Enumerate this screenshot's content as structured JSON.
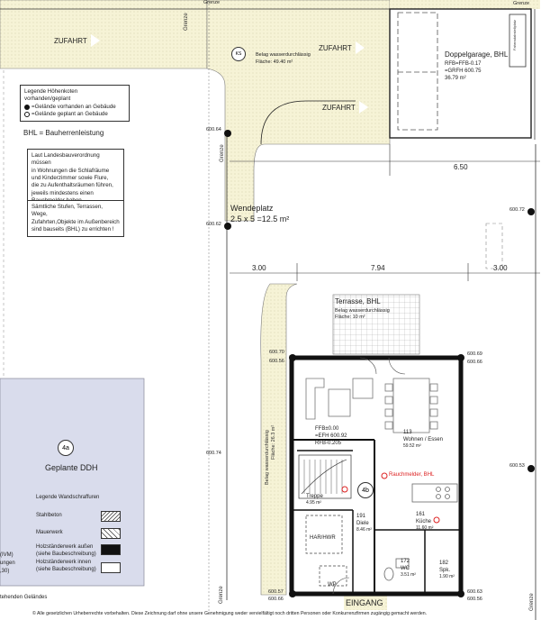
{
  "top_edge": {
    "center": "Grenze",
    "right": "Grenze"
  },
  "driveway": {
    "arrows": [
      "ZUFAHRT",
      "ZUFAHRT",
      "ZUFAHRT"
    ]
  },
  "paving_note": {
    "symbol": "KS",
    "line1": "Belag wasserdurchlässig",
    "line2": "Fläche: 49.40 m²"
  },
  "garage": {
    "title": "Doppelgarage, BHL",
    "rfb": "RFB=FFB-0.17",
    "grfh": "=GRFH 600.75",
    "area": "36.79 m²",
    "side_label": "Fahrradabstellplatz"
  },
  "legend_heights": {
    "title": "Legende Höhenkoten",
    "subtitle": "vorhanden/geplant",
    "item1": "=Gelände vorhanden an Gebäude",
    "item2": "=Gelände geplant an Gebäude"
  },
  "bhl_note": "BHL = Bauherrenleistung",
  "smoke_note": [
    "Laut Landesbauverordnung müssen",
    "in Wohnungen die Schlafräume",
    "und Kinderzimmer sowie Flure,",
    "die zu Aufenthaltsräumen führen,",
    "jeweils mindestens einen",
    "Rauchmelder haben."
  ],
  "exterior_note": [
    "Sämtliche Stufen, Terrassen, Wege,",
    "Zufahrten,Objekte im Außenbereich",
    "sind bauseits (BHL) zu errichten !"
  ],
  "boundary": "Grenze",
  "wendeplatz": {
    "title": "Wendeplatz",
    "size": "2.5 x 5 =12.5 m²"
  },
  "levels": {
    "l1": "600.64",
    "l2": "600.62",
    "l3": "600.74",
    "l4": "600.70",
    "l5": "600.56",
    "l6": "600.69",
    "l7": "600.66",
    "l8": "600.72",
    "l9": "600.53",
    "l10": "600.57",
    "l11": "600.66",
    "l12": "600.63",
    "l13": "600.56"
  },
  "dims": {
    "d650": "6.50",
    "d300": "3.00",
    "d794": "7.94",
    "d300b": "3.00"
  },
  "terrace": {
    "title": "Terrasse, BHL",
    "line1": "Belag wasserdurchlässig",
    "line2": "Fläche: 10 m²"
  },
  "path_note": {
    "line1": "Belag wasserdurchlässig",
    "line2": "Fläche: 26.3 m²"
  },
  "living": {
    "ffb": "FFB±0.00",
    "efh": "=EFH 600.92",
    "rfb": "RFB-0.205",
    "num": "113",
    "name": "Wohnen / Essen",
    "area": "59.52 m²"
  },
  "smoke_tag": "Rauchmelder, BHL",
  "stair": {
    "name": "Treppe",
    "area": "4.95 m²"
  },
  "tag_4b": "4b",
  "diele": {
    "num": "191",
    "name": "Diele",
    "area": "8.46 m²"
  },
  "kitchen": {
    "num": "161",
    "name": "Küche",
    "area": "11.60 m²"
  },
  "wc": {
    "num": "172",
    "name": "WC",
    "area": "3.51 m²"
  },
  "storage": {
    "num": "182",
    "name": "Spk.",
    "area": "1.90 m²"
  },
  "har": "HAR/HWR",
  "wp": "WP",
  "entrance": "EINGANG",
  "neighbor": {
    "tag": "4a",
    "title": "Geplante DDH"
  },
  "wall_legend": {
    "title": "Legende Wandschraffuren",
    "items": [
      "Stahlbeton",
      "Mauerwerk",
      "Holzständerwerk außen",
      "(siehe Baubeschreibung)",
      "Holzständerwerk innen",
      "(siehe Baubeschreibung)"
    ]
  },
  "left_cut": {
    "l1": "(IVM)",
    "l2": "ungen",
    "l3": ",30)",
    "l4": "tehenden Geländes"
  },
  "footer": {
    "line1": "© Alle gesetzlichen Urheberrechte vorbehalten. Diese Zeichnung darf ohne unsere Genehmigung weder vervielfältigt noch dritten Personen oder Konkurrenzfirmen zugängig gemacht werden."
  }
}
